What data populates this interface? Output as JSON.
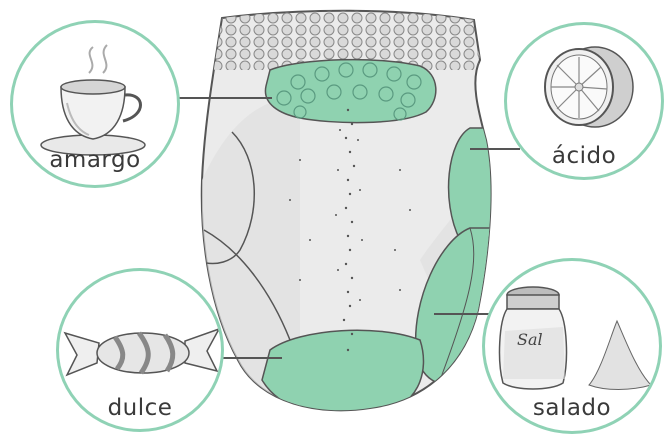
{
  "labels": {
    "bitter": "amargo",
    "sour": "ácido",
    "sweet": "dulce",
    "salty": "salado"
  },
  "salt_shaker_text": "Sal",
  "colors": {
    "zone": "#8fd2b0",
    "zone_border": "#8fd2b5",
    "tongue": "#ececec",
    "outline": "#555555"
  },
  "icons": {
    "bitter": "coffee-cup-icon",
    "sour": "lemon-slice-icon",
    "sweet": "wrapped-candy-icon",
    "salty": "salt-shaker-icon"
  }
}
